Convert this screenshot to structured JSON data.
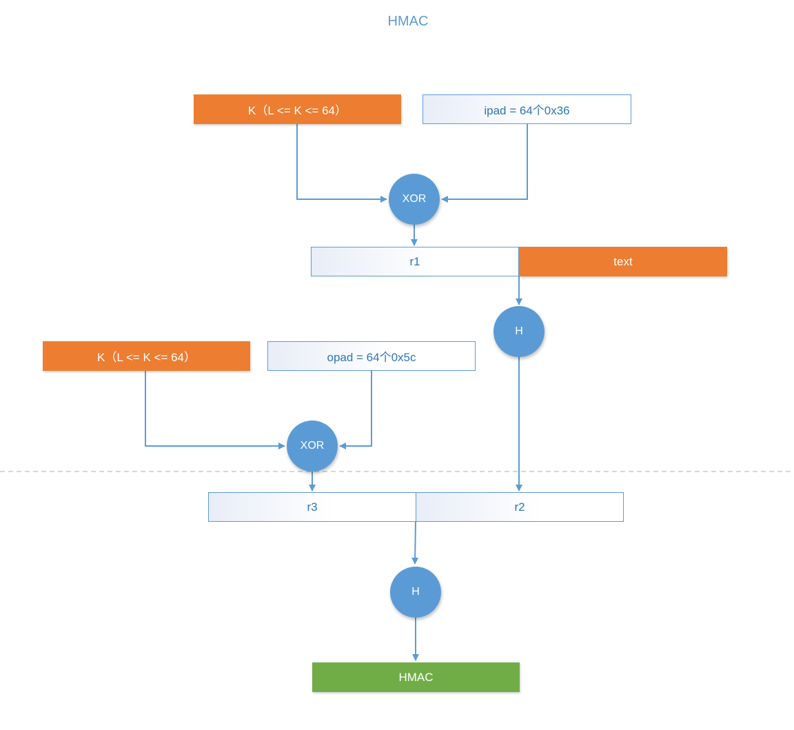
{
  "title": "HMAC",
  "nodes": {
    "k_top": {
      "label": "K（L <= K <= 64）"
    },
    "ipad": {
      "label": "ipad = 64个0x36"
    },
    "xor_top": {
      "label": "XOR"
    },
    "r1": {
      "label": "r1"
    },
    "text": {
      "label": "text"
    },
    "h_mid": {
      "label": "H"
    },
    "k_bottom": {
      "label": "K（L <= K <= 64）"
    },
    "opad": {
      "label": "opad = 64个0x5c"
    },
    "xor_bottom": {
      "label": "XOR"
    },
    "r3": {
      "label": "r3"
    },
    "r2": {
      "label": "r2"
    },
    "h_bottom": {
      "label": "H"
    },
    "hmac": {
      "label": "HMAC"
    }
  },
  "colors": {
    "orange": "#ed7d31",
    "blue": "#5b9bd5",
    "green": "#70ad47",
    "text_blue": "#2e75b6",
    "divider": "#bfbfbf"
  }
}
